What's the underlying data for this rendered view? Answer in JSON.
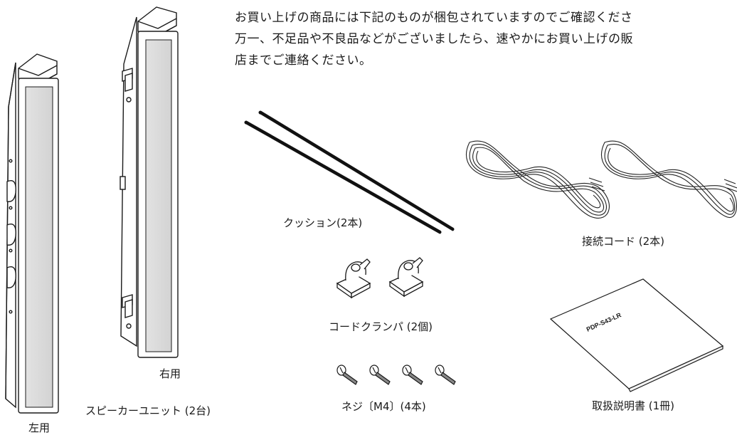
{
  "intro": {
    "line1": "お買い上げの商品には下記のものが梱包されていますのでご確認くださ",
    "line2": "万一、不足品や不良品などがございましたら、速やかにお買い上げの販",
    "line3": "店までご連絡ください。"
  },
  "items": {
    "speaker": {
      "name": "スピーカーユニット (2台)",
      "left_label": "左用",
      "right_label": "右用"
    },
    "cushion": "クッション(2本)",
    "cord": "接続コード (2本)",
    "clamp": "コードクランパ (2個)",
    "screw": "ネジ〔M4〕(4本)",
    "manual": "取扱説明書 (1冊)",
    "manual_cover_text": "PDP-S43-LR"
  }
}
